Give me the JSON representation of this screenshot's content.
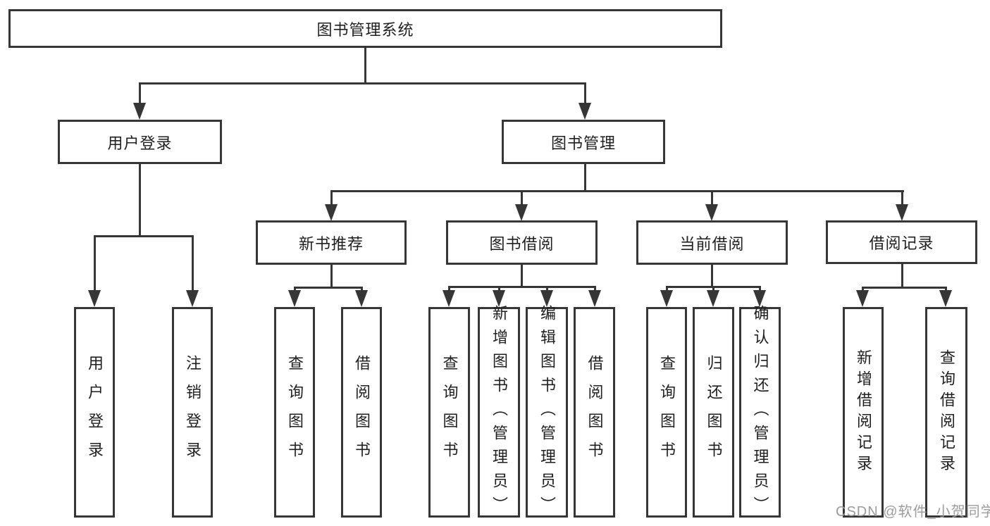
{
  "diagram": {
    "type": "hierarchy-tree",
    "line_color": "#363636",
    "text_color": "#1f1f1f",
    "background": "#ffffff",
    "tree": {
      "label": "图书管理系统",
      "children": [
        {
          "label": "用户登录",
          "children": [
            {
              "label": "用户登录"
            },
            {
              "label": "注销登录"
            }
          ]
        },
        {
          "label": "图书管理",
          "children": [
            {
              "label": "新书推荐",
              "children": [
                {
                  "label": "查询图书"
                },
                {
                  "label": "借阅图书"
                }
              ]
            },
            {
              "label": "图书借阅",
              "children": [
                {
                  "label": "查询图书"
                },
                {
                  "label": "新增图书（管理员）"
                },
                {
                  "label": "编辑图书（管理员）"
                },
                {
                  "label": "借阅图书"
                }
              ]
            },
            {
              "label": "当前借阅",
              "children": [
                {
                  "label": "查询图书"
                },
                {
                  "label": "归还图书"
                },
                {
                  "label": "确认归还（管理员）"
                }
              ]
            },
            {
              "label": "借阅记录",
              "children": [
                {
                  "label": "新增借阅记录"
                },
                {
                  "label": "查询借阅记录"
                }
              ]
            }
          ]
        }
      ]
    }
  },
  "watermark": {
    "text": "CSDN @软件_小贺同学",
    "color": "#9c9c9c"
  }
}
